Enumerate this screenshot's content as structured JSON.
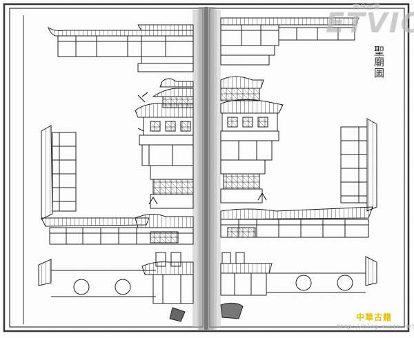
{
  "page": {
    "title": "聖廟圖"
  },
  "watermark": {
    "logo_text": "ETVIC",
    "top_text": "古今圖書"
  },
  "source": {
    "caption": "中華古籍",
    "url": "http://blog.xuite.net"
  },
  "colors": {
    "paper": "#ffffff",
    "ink": "#1e1e1e",
    "frame": "#444444",
    "gutter": "#7a7a7a",
    "shade": "#b5b5b5",
    "caption_gold": "#e6c100"
  }
}
